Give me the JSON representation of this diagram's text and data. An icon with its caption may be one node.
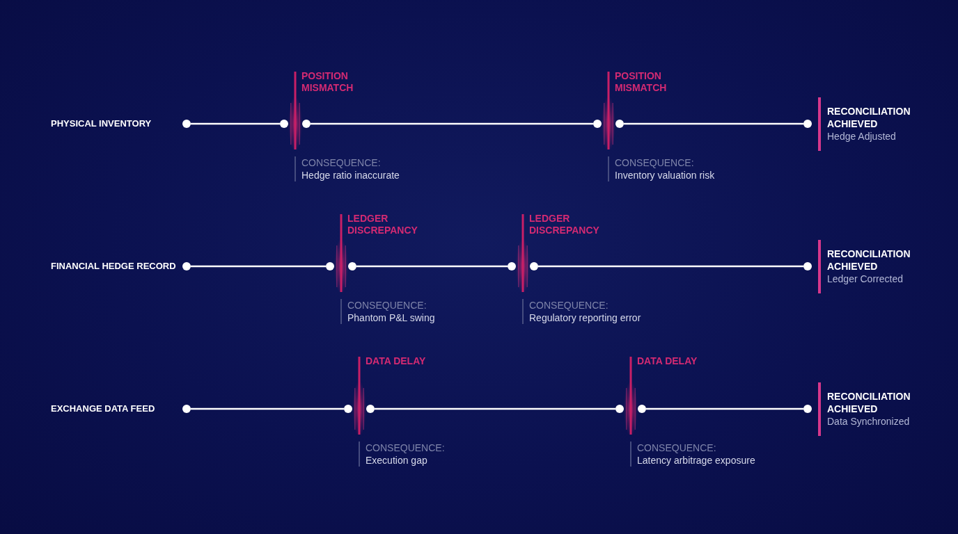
{
  "diagram": {
    "nodes": [
      {
        "text": [],
        "shape": "circle"
      },
      {
        "text": [],
        "shape": "circle"
      },
      {
        "text": [],
        "shape": "bar",
        "beside": [
          "POSITION MISMATCH"
        ]
      },
      {
        "text": [
          "CONSEQUENCE:",
          "Hedge ratio inaccurate"
        ]
      },
      {
        "text": [],
        "shape": "circle"
      },
      {
        "text": [],
        "shape": "circle"
      },
      {
        "text": [],
        "shape": "bar",
        "beside": [
          "POSITION MISMATCH"
        ]
      },
      {
        "text": [
          "CONSEQUENCE:",
          "Inventory valuation risk"
        ]
      },
      {
        "text": [],
        "shape": "circle"
      },
      {
        "text": [],
        "shape": "circle"
      },
      {
        "text": [
          "RECONCILIATION ACHIEVED",
          "Hedge Adjusted"
        ]
      },
      {
        "text": [],
        "shape": "circle"
      },
      {
        "text": [],
        "shape": "circle"
      },
      {
        "text": [],
        "shape": "bar",
        "beside": [
          "LEDGER DISCREPANCY"
        ]
      },
      {
        "text": [
          "CONSEQUENCE:",
          "Phantom P&L swing"
        ]
      },
      {
        "text": [],
        "shape": "circle"
      },
      {
        "text": [],
        "shape": "circle"
      },
      {
        "text": [],
        "shape": "bar",
        "beside": [
          "LEDGER DISCREPANCY"
        ]
      },
      {
        "text": [
          "CONSEQUENCE:",
          "Regulatory reporting error"
        ]
      },
      {
        "text": [],
        "shape": "circle"
      },
      {
        "text": [],
        "shape": "circle"
      },
      {
        "text": [
          "RECONCILIATION ACHIEVED",
          "Ledger Corrected"
        ]
      },
      {
        "text": [],
        "shape": "circle"
      },
      {
        "text": [],
        "shape": "circle"
      },
      {
        "text": [],
        "shape": "bar",
        "beside": [
          "DATA DELAY"
        ]
      },
      {
        "text": [
          "CONSEQUENCE:",
          "Execution gap"
        ]
      },
      {
        "text": [],
        "shape": "circle"
      },
      {
        "text": [],
        "shape": "circle"
      },
      {
        "text": [],
        "shape": "bar",
        "beside": [
          "DATA DELAY"
        ]
      },
      {
        "text": [
          "CONSEQUENCE:",
          "Latency arbitrage exposure"
        ]
      },
      {
        "text": [],
        "shape": "circle"
      },
      {
        "text": [],
        "shape": "circle"
      },
      {
        "text": [
          "RECONCILIATION ACHIEVED",
          "Data Synchronized"
        ]
      }
    ],
    "edges": [
      {
        "from": 0,
        "to": 1,
        "arrow": "none"
      },
      {
        "from": 4,
        "to": 5,
        "arrow": "none"
      },
      {
        "from": 8,
        "to": 9,
        "arrow": "none"
      },
      {
        "from": 11,
        "to": 12,
        "arrow": "none"
      },
      {
        "from": 15,
        "to": 16,
        "arrow": "none"
      },
      {
        "from": 19,
        "to": 20,
        "arrow": "none"
      },
      {
        "from": 22,
        "to": 23,
        "arrow": "none"
      },
      {
        "from": 26,
        "to": 27,
        "arrow": "none"
      },
      {
        "from": 30,
        "to": 31,
        "arrow": "none"
      }
    ],
    "labels": [
      "PHYSICAL INVENTORY",
      "FINANCIAL HEDGE RECORD",
      "EXCHANGE DATA FEED"
    ]
  }
}
